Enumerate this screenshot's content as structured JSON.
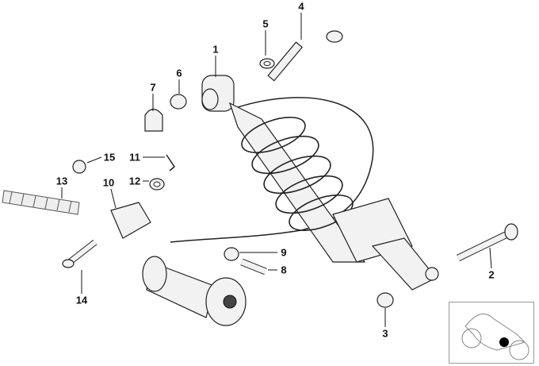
{
  "diagram": {
    "title": "Rear suspension strut parts diagram",
    "callouts": [
      {
        "id": "1",
        "label": "1"
      },
      {
        "id": "2",
        "label": "2"
      },
      {
        "id": "3",
        "label": "3"
      },
      {
        "id": "4",
        "label": "4"
      },
      {
        "id": "5",
        "label": "5"
      },
      {
        "id": "6",
        "label": "6"
      },
      {
        "id": "7",
        "label": "7"
      },
      {
        "id": "8",
        "label": "8"
      },
      {
        "id": "9",
        "label": "9"
      },
      {
        "id": "10",
        "label": "10"
      },
      {
        "id": "11",
        "label": "11"
      },
      {
        "id": "12",
        "label": "12"
      },
      {
        "id": "13",
        "label": "13"
      },
      {
        "id": "14",
        "label": "14"
      },
      {
        "id": "15",
        "label": "15"
      }
    ],
    "thumbnail": {
      "marker_color": "#000000"
    }
  }
}
